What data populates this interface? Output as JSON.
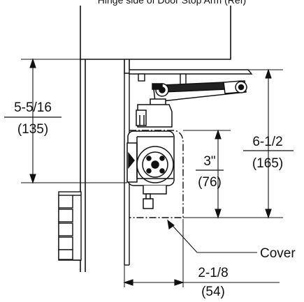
{
  "header_text": "Hinge side of Door Stop Arm (Ref)",
  "dimensions": {
    "left_height": {
      "fraction": "5-5/16",
      "metric": "(135)"
    },
    "total_height": {
      "fraction": "6-1/2",
      "metric": "(165)"
    },
    "cover_height": {
      "fraction": "3\"",
      "metric": "(76)"
    },
    "bottom_width": {
      "fraction": "2-1/8",
      "metric": "(54)"
    }
  },
  "callout": {
    "label": "Cover"
  },
  "colors": {
    "line": "#111111",
    "background": "#ffffff"
  }
}
